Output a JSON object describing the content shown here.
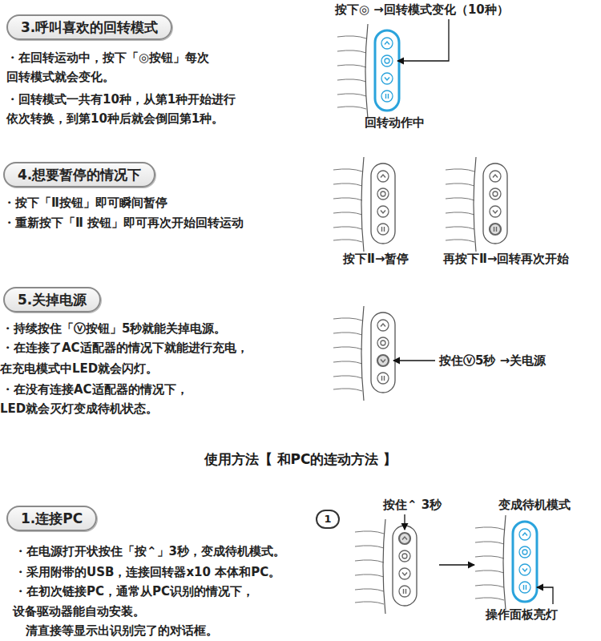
{
  "diagram": {
    "title": "使用方法【 和PC的连动方法 】",
    "nodes": [
      {
        "text": [
          "3.呼叫喜欢的回转模式"
        ]
      },
      {
        "text": [
          "4.想要暂停的情况下"
        ]
      },
      {
        "text": [
          "5.关掉电源"
        ]
      },
      {
        "text": [
          "1.连接PC"
        ]
      },
      {
        "text": [
          "1"
        ]
      }
    ],
    "labels": [
      "按下◎ →回转模式变化（10种）",
      "・在回转运动中，按下「◎按钮」每次",
      "回转模式就会变化。",
      "・回转模式一共有10种，从第1种开始进行",
      "依次转换，到第10种后就会倒回第1种。",
      "回转动作中",
      "・按下「Ⅱ按钮」即可瞬间暂停",
      "・重新按下「Ⅱ 按钮」即可再次开始回转运动",
      "按下Ⅱ→暂停",
      "再按下Ⅱ→回转再次开始",
      "・持续按住「ⓥ按钮」5秒就能关掉电源。",
      "・在连接了AC适配器的情况下就能进行充电，",
      "在充电模式中LED就会闪灯。",
      "・在没有连接AC适配器的情况下，",
      "LED就会灭灯变成待机状态。",
      "按住ⓥ5秒 →关电源",
      "按住⌃ 3秒",
      "变成待机模式",
      "・在电源打开状按住「按⌃」3秒，变成待机模式。",
      "・采用附带的USB，连接回转器x10 本体和PC。",
      "・在初次链接PC，通常从PC识别的情况下，",
      "设备驱动器能自动安装。",
      "清直接等显示出识别完了的对话框。",
      "操作面板亮灯"
    ]
  }
}
